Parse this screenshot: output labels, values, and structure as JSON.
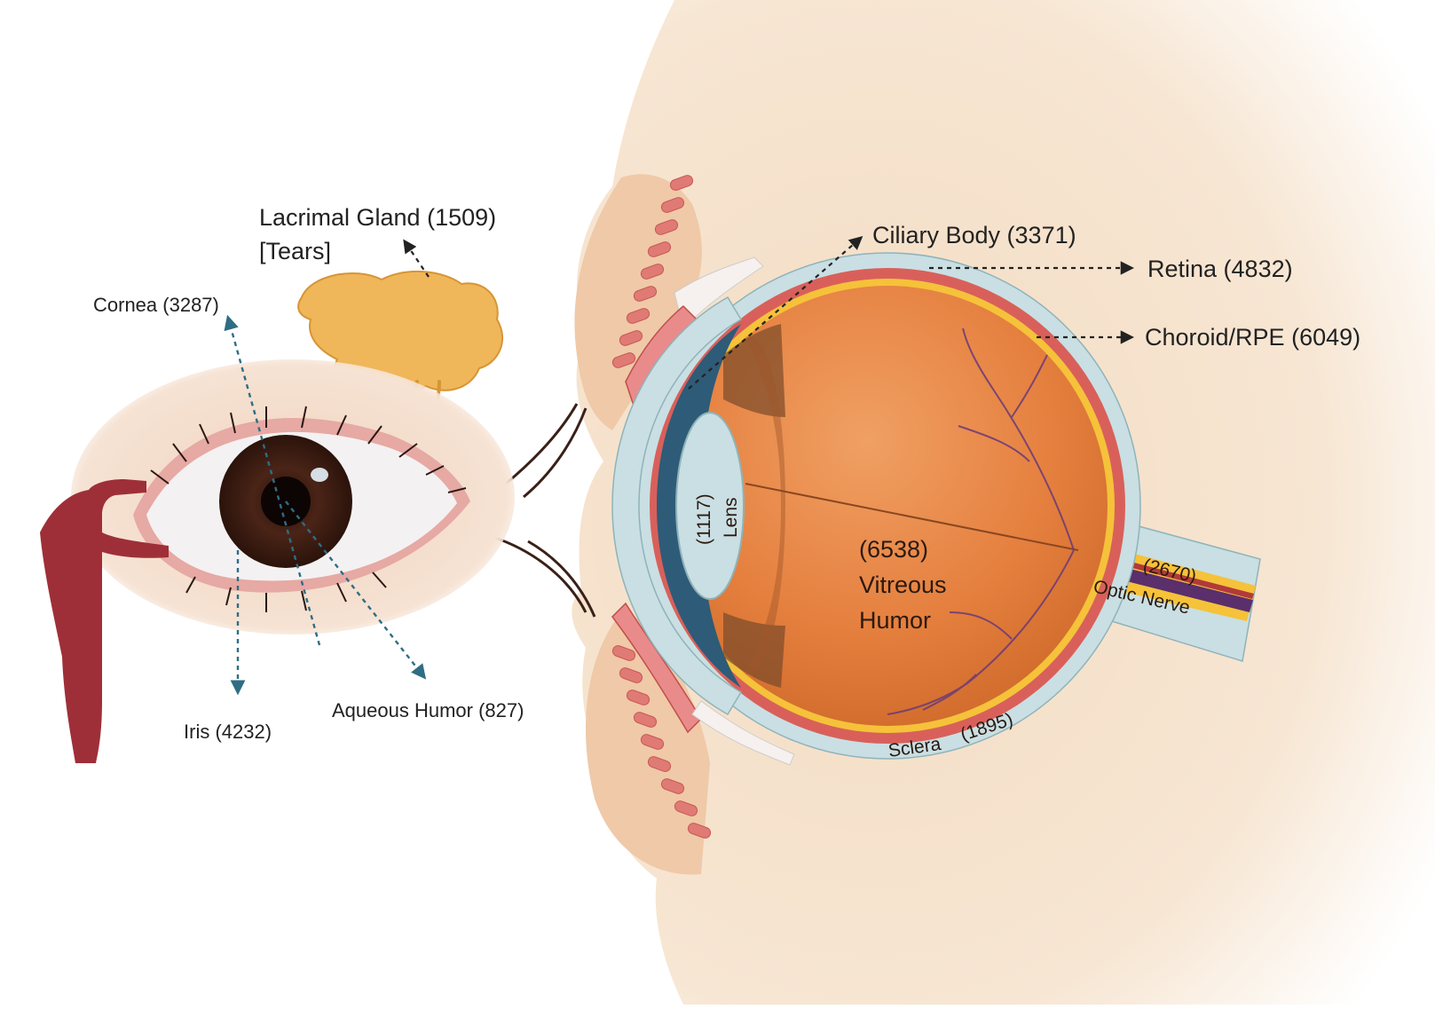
{
  "labels": {
    "lacrimal_gland": "Lacrimal Gland (1509)",
    "tears": "[Tears]",
    "cornea": "Cornea (3287)",
    "iris": "Iris (4232)",
    "aqueous_humor": "Aqueous Humor (827)",
    "ciliary_body": "Ciliary Body (3371)",
    "retina": "Retina (4832)",
    "choroid_rpe": "Choroid/RPE (6049)",
    "lens_count": "(1117)",
    "lens": "Lens",
    "vitreous_count": "(6538)",
    "vitreous_line1": "Vitreous",
    "vitreous_line2": "Humor",
    "optic_count": "(2670)",
    "optic_nerve": "Optic Nerve",
    "sclera": "Sclera",
    "sclera_count": "(1895)"
  },
  "colors": {
    "skin": "#f3dcc2",
    "vitreous": "#e5803f",
    "retina_line": "#f5c23a",
    "choroid": "#d9605a",
    "sclera": "#c9dfe3",
    "lacrimal": "#f0b65a",
    "iris": "#4a2417",
    "arrow_blue": "#2f6d84"
  }
}
